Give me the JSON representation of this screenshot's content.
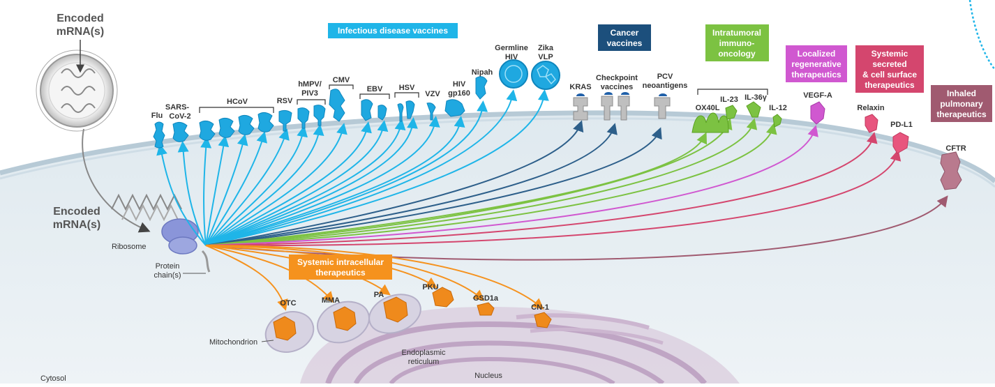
{
  "header": {
    "encoded_mrna_top": [
      "Encoded",
      "mRNA(s)"
    ],
    "encoded_mrna_mid": [
      "Encoded",
      "mRNA(s)"
    ],
    "ribosome": "Ribosome",
    "protein_chain": [
      "Protein",
      "chain(s)"
    ],
    "cytosol": "Cytosol",
    "mitochondrion": "Mitochondrion",
    "er": [
      "Endoplasmic",
      "reticulum"
    ],
    "nucleus": "Nucleus"
  },
  "categories": {
    "infectious": "Infectious disease vaccines",
    "cancer": [
      "Cancer",
      "vaccines"
    ],
    "intratumoral": [
      "Intratumoral",
      "immuno-",
      "oncology"
    ],
    "regenerative": [
      "Localized",
      "regenerative",
      "therapeutics"
    ],
    "systemic_secreted": [
      "Systemic",
      "secreted",
      "& cell surface",
      "therapeutics"
    ],
    "inhaled": [
      "Inhaled",
      "pulmonary",
      "therapeutics"
    ],
    "intracellular": [
      "Systemic intracellular",
      "therapeutics"
    ]
  },
  "labels": {
    "flu": "Flu",
    "sars": [
      "SARS-",
      "CoV-2"
    ],
    "hcov": "HCoV",
    "rsv": "RSV",
    "hmpv": [
      "hMPV/",
      "PIV3"
    ],
    "cmv": "CMV",
    "ebv": "EBV",
    "hsv": "HSV",
    "vzv": "VZV",
    "hiv": [
      "HIV",
      "gp160"
    ],
    "nipah": "Nipah",
    "germline": [
      "Germline",
      "HIV"
    ],
    "zika": [
      "Zika",
      "VLP"
    ],
    "kras": "KRAS",
    "checkpoint": [
      "Checkpoint",
      "vaccines"
    ],
    "pcv": [
      "PCV",
      "neoantigens"
    ],
    "ox40l": "OX40L",
    "il23": "IL-23",
    "il36": "IL-36γ",
    "il12": "IL-12",
    "vegfa": "VEGF-A",
    "relaxin": "Relaxin",
    "pdl1": "PD-L1",
    "cftr": "CFTR",
    "otc": "OTC",
    "mma": "MMA",
    "pa": "PA",
    "pku": "PKU",
    "gsd1a": "GSD1a",
    "cn1": "CN-1"
  },
  "colors": {
    "infectious": "#1fb5e8",
    "cancer": "#1c4f7c",
    "intratumoral": "#7cc242",
    "regenerative": "#d058d0",
    "systemic_secreted": "#d4466e",
    "inhaled": "#a05a70",
    "intracellular": "#f5921e",
    "cell": "#e6eef3",
    "membrane": "#9fb8c8"
  }
}
